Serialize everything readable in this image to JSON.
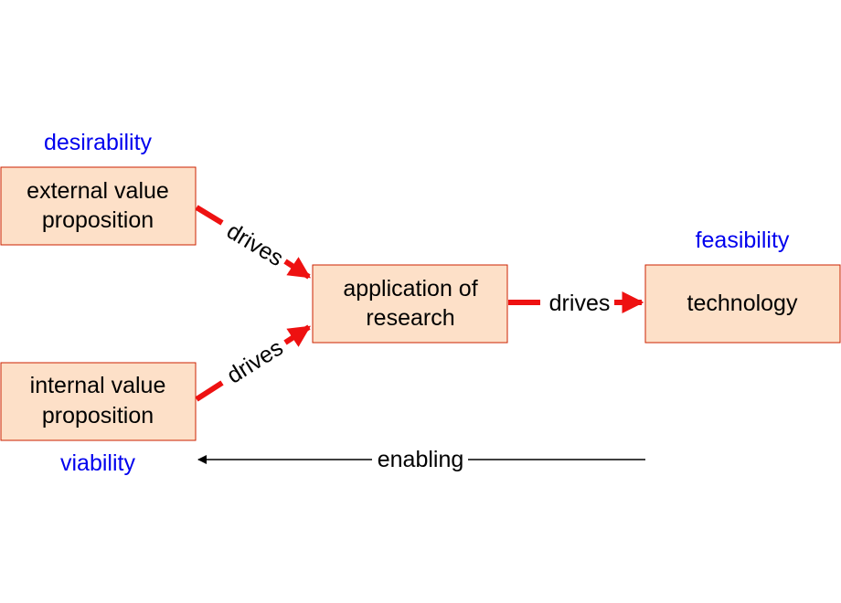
{
  "diagram": {
    "nodes": {
      "external": {
        "line1": "external value",
        "line2": "proposition"
      },
      "internal": {
        "line1": "internal value",
        "line2": "proposition"
      },
      "application": {
        "line1": "application of",
        "line2": "research"
      },
      "technology": {
        "label": "technology"
      }
    },
    "tags": {
      "desirability": "desirability",
      "viability": "viability",
      "feasibility": "feasibility"
    },
    "edges": {
      "external_to_application": "drives",
      "internal_to_application": "drives",
      "application_to_technology": "drives",
      "enabling": "enabling"
    },
    "colors": {
      "box_fill": "#fde0c8",
      "box_stroke": "#cc2200",
      "drives_arrow": "#ee1111",
      "tag_text": "#0000ee",
      "enabling_arrow": "#000000"
    }
  }
}
